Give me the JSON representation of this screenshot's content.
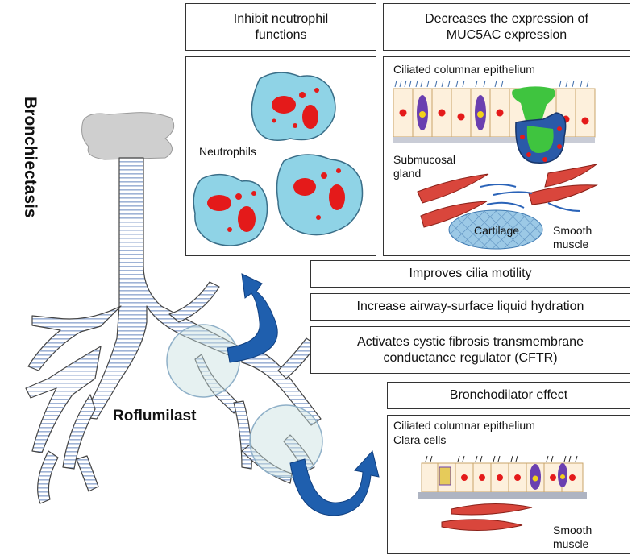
{
  "labels": {
    "bronchiectasis": "Bronchiectasis",
    "roflumilast": "Roflumilast",
    "neutrophils": "Neutrophils",
    "ciliated_1": "Ciliated columnar epithelium",
    "submucosal_gland": "Submucosal\ngland",
    "cartilage": "Cartilage",
    "smooth_muscle_1": "Smooth\nmuscle",
    "ciliated_2": "Ciliated columnar epithelium",
    "clara_cells": "Clara cells",
    "smooth_muscle_2": "Smooth\nmuscle"
  },
  "effects": {
    "inhibit_neutrophil": "Inhibit neutrophil\nfunctions",
    "muc5ac": "Decreases the expression of\nMUC5AC expression",
    "cilia": "Improves cilia motility",
    "asl": "Increase airway-surface liquid hydration",
    "cftr": "Activates cystic fibrosis transmembrane\nconductance regulator (CFTR)",
    "bronchodilator": "Bronchodilator effect"
  },
  "colors": {
    "arrow_blue": "#1f5fae",
    "airway_stripe": "#9fb3d6",
    "neutrophil_fill": "#8fd3e6",
    "nucleus_red": "#e41a1a",
    "muscle_red": "#d9463c",
    "cartilage_fill": "#9cc9e6"
  }
}
